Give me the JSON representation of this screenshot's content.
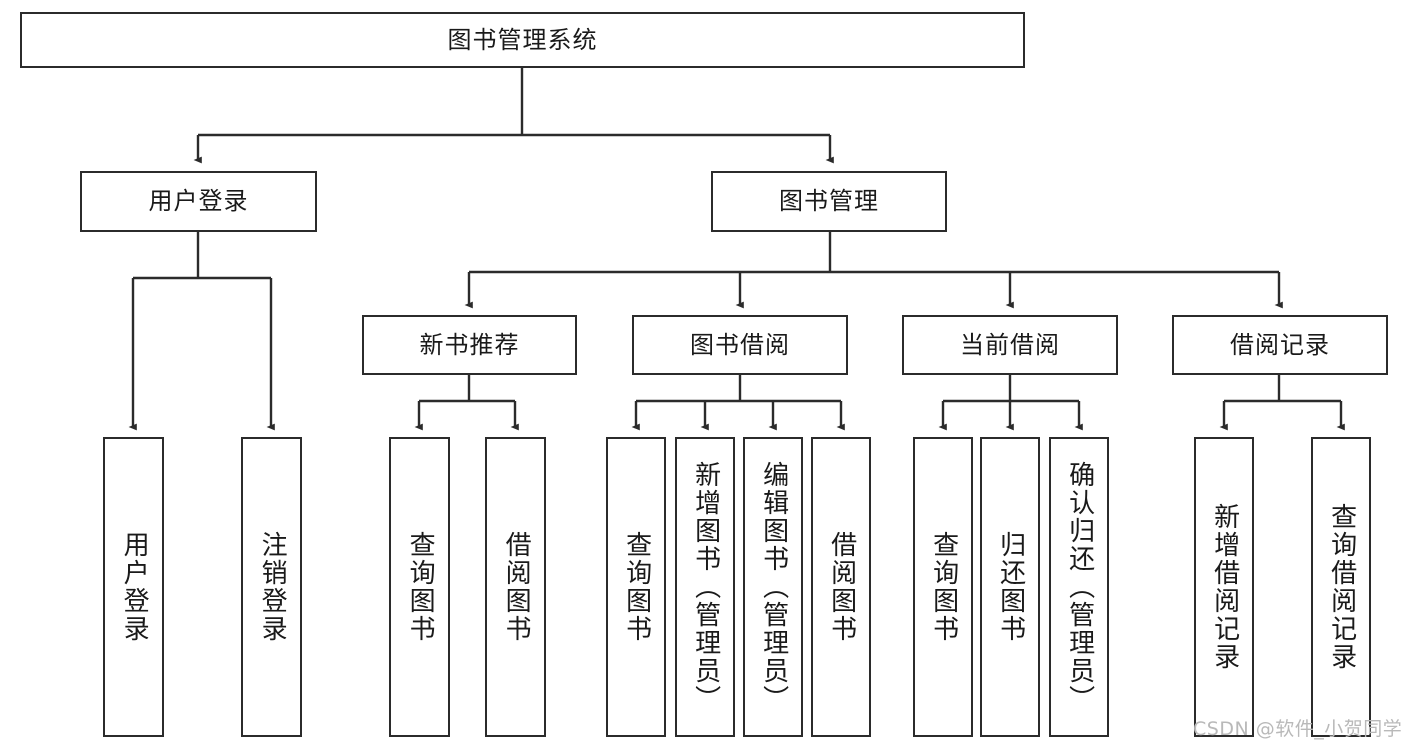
{
  "diagram": {
    "type": "tree-hierarchy",
    "title": "图书管理系统",
    "watermark": "CSDN @软件_小贺同学",
    "colors": {
      "box_border": "#2b2b2b",
      "box_fill": "#ffffff",
      "connector": "#2b2b2b",
      "text": "#1a1a1a",
      "watermark": "#b9b9b9",
      "background": "#ffffff"
    },
    "nodes": {
      "root": {
        "label": "图书管理系统",
        "level": 0,
        "orientation": "horizontal"
      },
      "l1": [
        {
          "id": "user-login",
          "label": "用户登录",
          "orientation": "horizontal"
        },
        {
          "id": "book-manage",
          "label": "图书管理",
          "orientation": "horizontal"
        }
      ],
      "l2": [
        {
          "id": "new-book-recommend",
          "label": "新书推荐",
          "parent": "book-manage",
          "orientation": "horizontal"
        },
        {
          "id": "book-borrow",
          "label": "图书借阅",
          "parent": "book-manage",
          "orientation": "horizontal"
        },
        {
          "id": "current-borrow",
          "label": "当前借阅",
          "parent": "book-manage",
          "orientation": "horizontal"
        },
        {
          "id": "borrow-record",
          "label": "借阅记录",
          "parent": "book-manage",
          "orientation": "horizontal"
        }
      ],
      "leaves": [
        {
          "id": "leaf-user-login",
          "label": "用户登录",
          "parent": "user-login",
          "orientation": "vertical"
        },
        {
          "id": "leaf-user-logout",
          "label": "注销登录",
          "parent": "user-login",
          "orientation": "vertical"
        },
        {
          "id": "leaf-query-book-1",
          "label": "查询图书",
          "parent": "new-book-recommend",
          "orientation": "vertical"
        },
        {
          "id": "leaf-borrow-book-1",
          "label": "借阅图书",
          "parent": "new-book-recommend",
          "orientation": "vertical"
        },
        {
          "id": "leaf-query-book-2",
          "label": "查询图书",
          "parent": "book-borrow",
          "orientation": "vertical"
        },
        {
          "id": "leaf-add-book",
          "label": "新增图书（管理员）",
          "parent": "book-borrow",
          "orientation": "vertical"
        },
        {
          "id": "leaf-edit-book",
          "label": "编辑图书（管理员）",
          "parent": "book-borrow",
          "orientation": "vertical"
        },
        {
          "id": "leaf-borrow-book-2",
          "label": "借阅图书",
          "parent": "book-borrow",
          "orientation": "vertical"
        },
        {
          "id": "leaf-query-book-3",
          "label": "查询图书",
          "parent": "current-borrow",
          "orientation": "vertical"
        },
        {
          "id": "leaf-return-book",
          "label": "归还图书",
          "parent": "current-borrow",
          "orientation": "vertical"
        },
        {
          "id": "leaf-confirm-return",
          "label": "确认归还（管理员）",
          "parent": "current-borrow",
          "orientation": "vertical"
        },
        {
          "id": "leaf-add-record",
          "label": "新增借阅记录",
          "parent": "borrow-record",
          "orientation": "vertical"
        },
        {
          "id": "leaf-query-record",
          "label": "查询借阅记录",
          "parent": "borrow-record",
          "orientation": "vertical"
        }
      ]
    }
  }
}
